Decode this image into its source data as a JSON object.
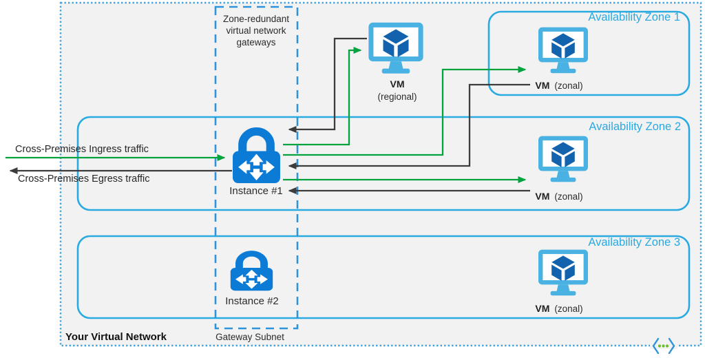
{
  "virtual_network": {
    "label": "Your Virtual Network"
  },
  "gateway_subnet": {
    "label": "Gateway Subnet",
    "group_caption": "Zone-redundant virtual network gateways",
    "instances": [
      {
        "label": "Instance #1"
      },
      {
        "label": "Instance #2"
      }
    ]
  },
  "availability_zones": [
    {
      "label": "Availability Zone 1"
    },
    {
      "label": "Availability Zone 2"
    },
    {
      "label": "Availability Zone 3"
    }
  ],
  "vms": {
    "regional": {
      "name": "VM",
      "qualifier": "(regional)"
    },
    "zonal": {
      "name": "VM",
      "qualifier": "(zonal)"
    }
  },
  "traffic": {
    "ingress_label": "Cross-Premises Ingress traffic",
    "egress_label": "Cross-Premises Egress traffic"
  },
  "icons": {
    "gateway_instance": "lock-with-routing-arrows-icon",
    "virtual_machine": "monitor-with-cube-icon",
    "virtual_network": "angle-brackets-with-dots-icon"
  },
  "colors": {
    "inner_background": "#f2f2f2",
    "zone_border": "#29abe2",
    "zone_label": "#29a9e1",
    "subnet_dashed_border": "#2e93d9",
    "network_dotted_border": "#41a3dc",
    "gateway_blue": "#0b7bd6",
    "vm_frame_blue": "#4ab2e3",
    "vm_cube_blue": "#1262ae",
    "ingress_green": "#00a33e",
    "egress_dark": "#3c3c3c",
    "vnet_icon_dot_green": "#6abf2a"
  }
}
